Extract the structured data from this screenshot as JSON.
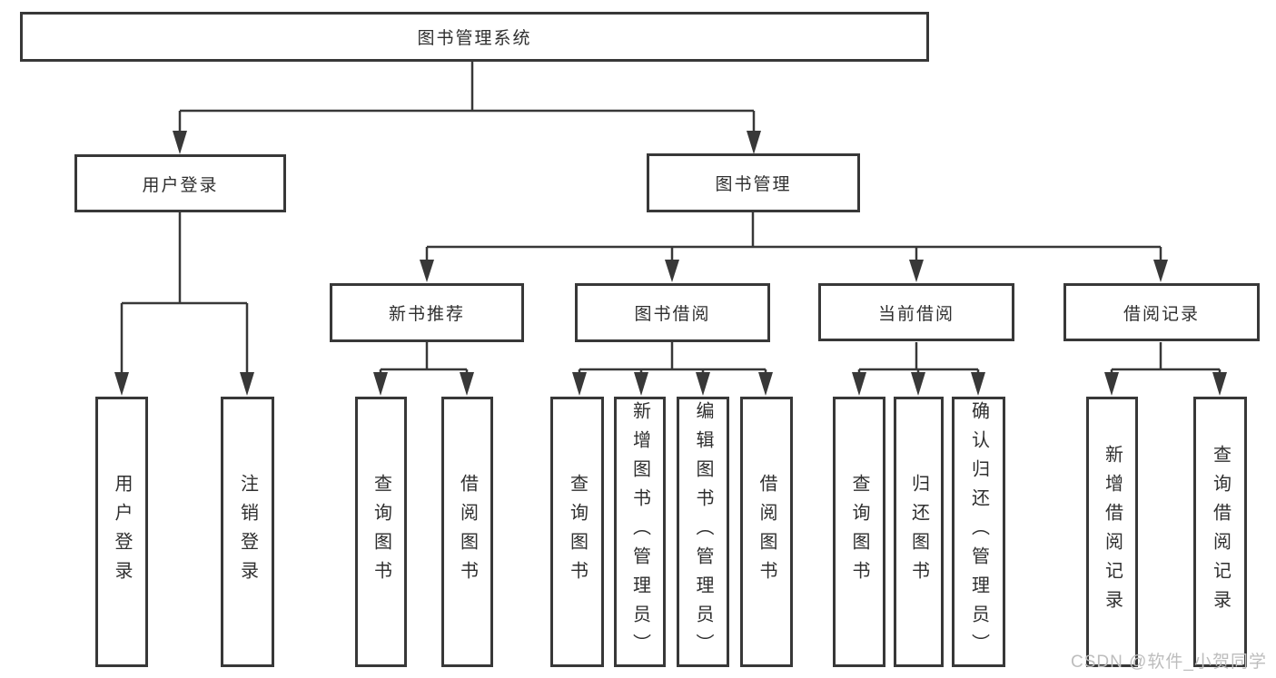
{
  "colors": {
    "line": "#383838",
    "text": "#2f2f2f",
    "background": "#ffffff",
    "watermark": "#bdbdbd"
  },
  "watermark": {
    "text": "CSDN @软件_小贺同学"
  },
  "tree": {
    "label": "图书管理系统",
    "children": [
      {
        "label": "用户登录",
        "children": [
          {
            "label": "用户登录"
          },
          {
            "label": "注销登录"
          }
        ]
      },
      {
        "label": "图书管理",
        "children": [
          {
            "label": "新书推荐",
            "children": [
              {
                "label": "查询图书"
              },
              {
                "label": "借阅图书"
              }
            ]
          },
          {
            "label": "图书借阅",
            "children": [
              {
                "label": "查询图书"
              },
              {
                "label": "新增图书（管理员）"
              },
              {
                "label": "编辑图书（管理员）"
              },
              {
                "label": "借阅图书"
              }
            ]
          },
          {
            "label": "当前借阅",
            "children": [
              {
                "label": "查询图书"
              },
              {
                "label": "归还图书"
              },
              {
                "label": "确认归还（管理员）"
              }
            ]
          },
          {
            "label": "借阅记录",
            "children": [
              {
                "label": "新增借阅记录"
              },
              {
                "label": "查询借阅记录"
              }
            ]
          }
        ]
      }
    ]
  }
}
